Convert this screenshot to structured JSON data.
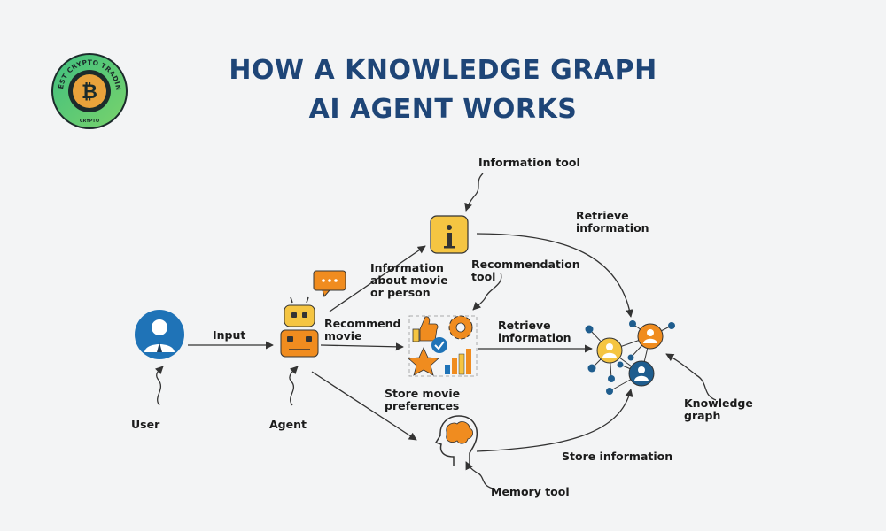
{
  "title": {
    "line1": "HOW A KNOWLEDGE GRAPH",
    "line2": "AI AGENT WORKS"
  },
  "logo": {
    "ring_text": "THE BEST CRYPTO TRADINGBOT",
    "bottom_text": "CRYPTO",
    "icon": "bitcoin-icon"
  },
  "labels": {
    "user": "User",
    "input": "Input",
    "agent": "Agent",
    "recommend_movie": [
      "Recommend",
      "movie"
    ],
    "info_about": [
      "Information",
      "about movie",
      "or person"
    ],
    "information_tool": "Information tool",
    "recommendation_tool": [
      "Recommendation",
      "tool"
    ],
    "retrieve_info_top": [
      "Retrieve",
      "information"
    ],
    "retrieve_info_mid": [
      "Retrieve",
      "information"
    ],
    "store_movie_prefs": [
      "Store movie",
      "preferences"
    ],
    "store_information": "Store information",
    "memory_tool": "Memory tool",
    "knowledge_graph": [
      "Knowledge",
      "graph"
    ]
  },
  "colors": {
    "title": "#1e4577",
    "user_blue": "#1f73b7",
    "orange": "#f08c1f",
    "yellow": "#f5c542",
    "node_dark": "#1f5d8e",
    "arrow": "#333333"
  }
}
